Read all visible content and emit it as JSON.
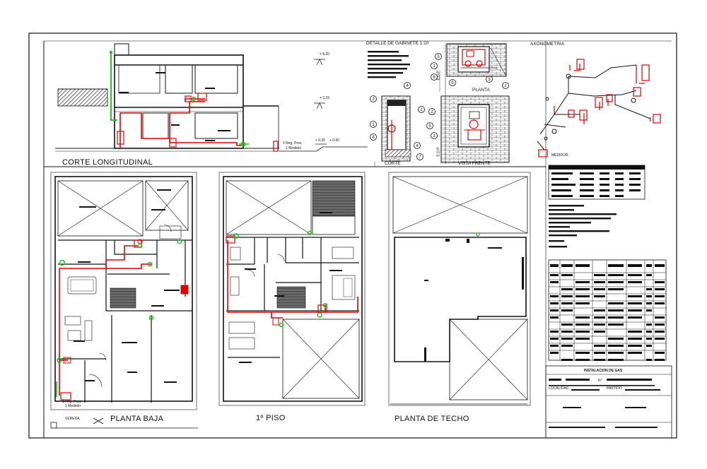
{
  "labels": {
    "corte_longitudinal": "CORTE LONGITUDINAL",
    "detalle_gabinete": "DETALLE DE GABINETE 1:10",
    "axonometria": "AXONOMETRIA",
    "planta": "PLANTA",
    "corte": "CORTE",
    "vista_frente": "VISTA FRENTE",
    "planta_baja": "PLANTA BAJA",
    "primer_piso": "1º PISO",
    "planta_techo": "PLANTA DE TECHO",
    "medidor": "MEDIDOR",
    "instalacion": "INSTALACION DE GAS",
    "localidad": "LOCALIDAD",
    "partido": "PARTIDO",
    "vereda": "VEREDA",
    "edp": "E.D.P",
    "nivel_1": "+ 8.20",
    "nivel_2": "+ 3.15",
    "nivel_3": "+ 0.20",
    "nivel_4": "+ 0.00",
    "nota_a": "1 Reg. Pres.",
    "nota_b": "1 Medidor",
    "no_label": "N°"
  },
  "callouts": [
    "1",
    "2",
    "3",
    "4",
    "5",
    "6",
    "7",
    "8",
    "9"
  ],
  "colors": {
    "line": "#111111",
    "gas_pipe": "#e00000",
    "green_pipe": "#16c016",
    "brick": "#555555",
    "stair_fill": "#555555"
  }
}
